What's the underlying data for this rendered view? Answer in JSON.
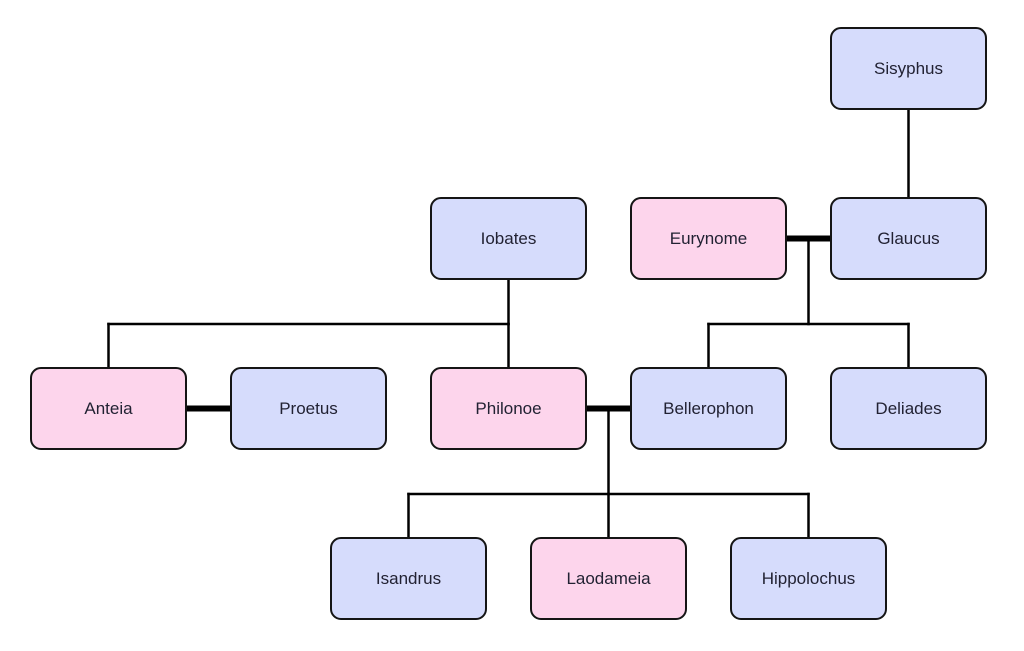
{
  "diagram": {
    "type": "family-tree",
    "colors": {
      "male": "#d6dcfc",
      "female": "#fdd5ec",
      "line": "#000000",
      "border": "#151515"
    },
    "nodes": [
      {
        "id": "sisyphus",
        "label": "Sisyphus",
        "sex": "male"
      },
      {
        "id": "iobates",
        "label": "Iobates",
        "sex": "male"
      },
      {
        "id": "eurynome",
        "label": "Eurynome",
        "sex": "female"
      },
      {
        "id": "glaucus",
        "label": "Glaucus",
        "sex": "male"
      },
      {
        "id": "anteia",
        "label": "Anteia",
        "sex": "female"
      },
      {
        "id": "proetus",
        "label": "Proetus",
        "sex": "male"
      },
      {
        "id": "philonoe",
        "label": "Philonoe",
        "sex": "female"
      },
      {
        "id": "bellerophon",
        "label": "Bellerophon",
        "sex": "male"
      },
      {
        "id": "deliades",
        "label": "Deliades",
        "sex": "male"
      },
      {
        "id": "isandrus",
        "label": "Isandrus",
        "sex": "male"
      },
      {
        "id": "laodameia",
        "label": "Laodameia",
        "sex": "female"
      },
      {
        "id": "hippolochus",
        "label": "Hippolochus",
        "sex": "male"
      }
    ],
    "marriages": [
      [
        "eurynome",
        "glaucus"
      ],
      [
        "anteia",
        "proetus"
      ],
      [
        "philonoe",
        "bellerophon"
      ]
    ],
    "parent_child": [
      {
        "parents": [
          "sisyphus"
        ],
        "children": [
          "glaucus"
        ]
      },
      {
        "parents": [
          "iobates"
        ],
        "children": [
          "anteia",
          "philonoe"
        ]
      },
      {
        "parents": [
          "eurynome",
          "glaucus"
        ],
        "children": [
          "bellerophon",
          "deliades"
        ]
      },
      {
        "parents": [
          "philonoe",
          "bellerophon"
        ],
        "children": [
          "isandrus",
          "laodameia",
          "hippolochus"
        ]
      }
    ]
  }
}
